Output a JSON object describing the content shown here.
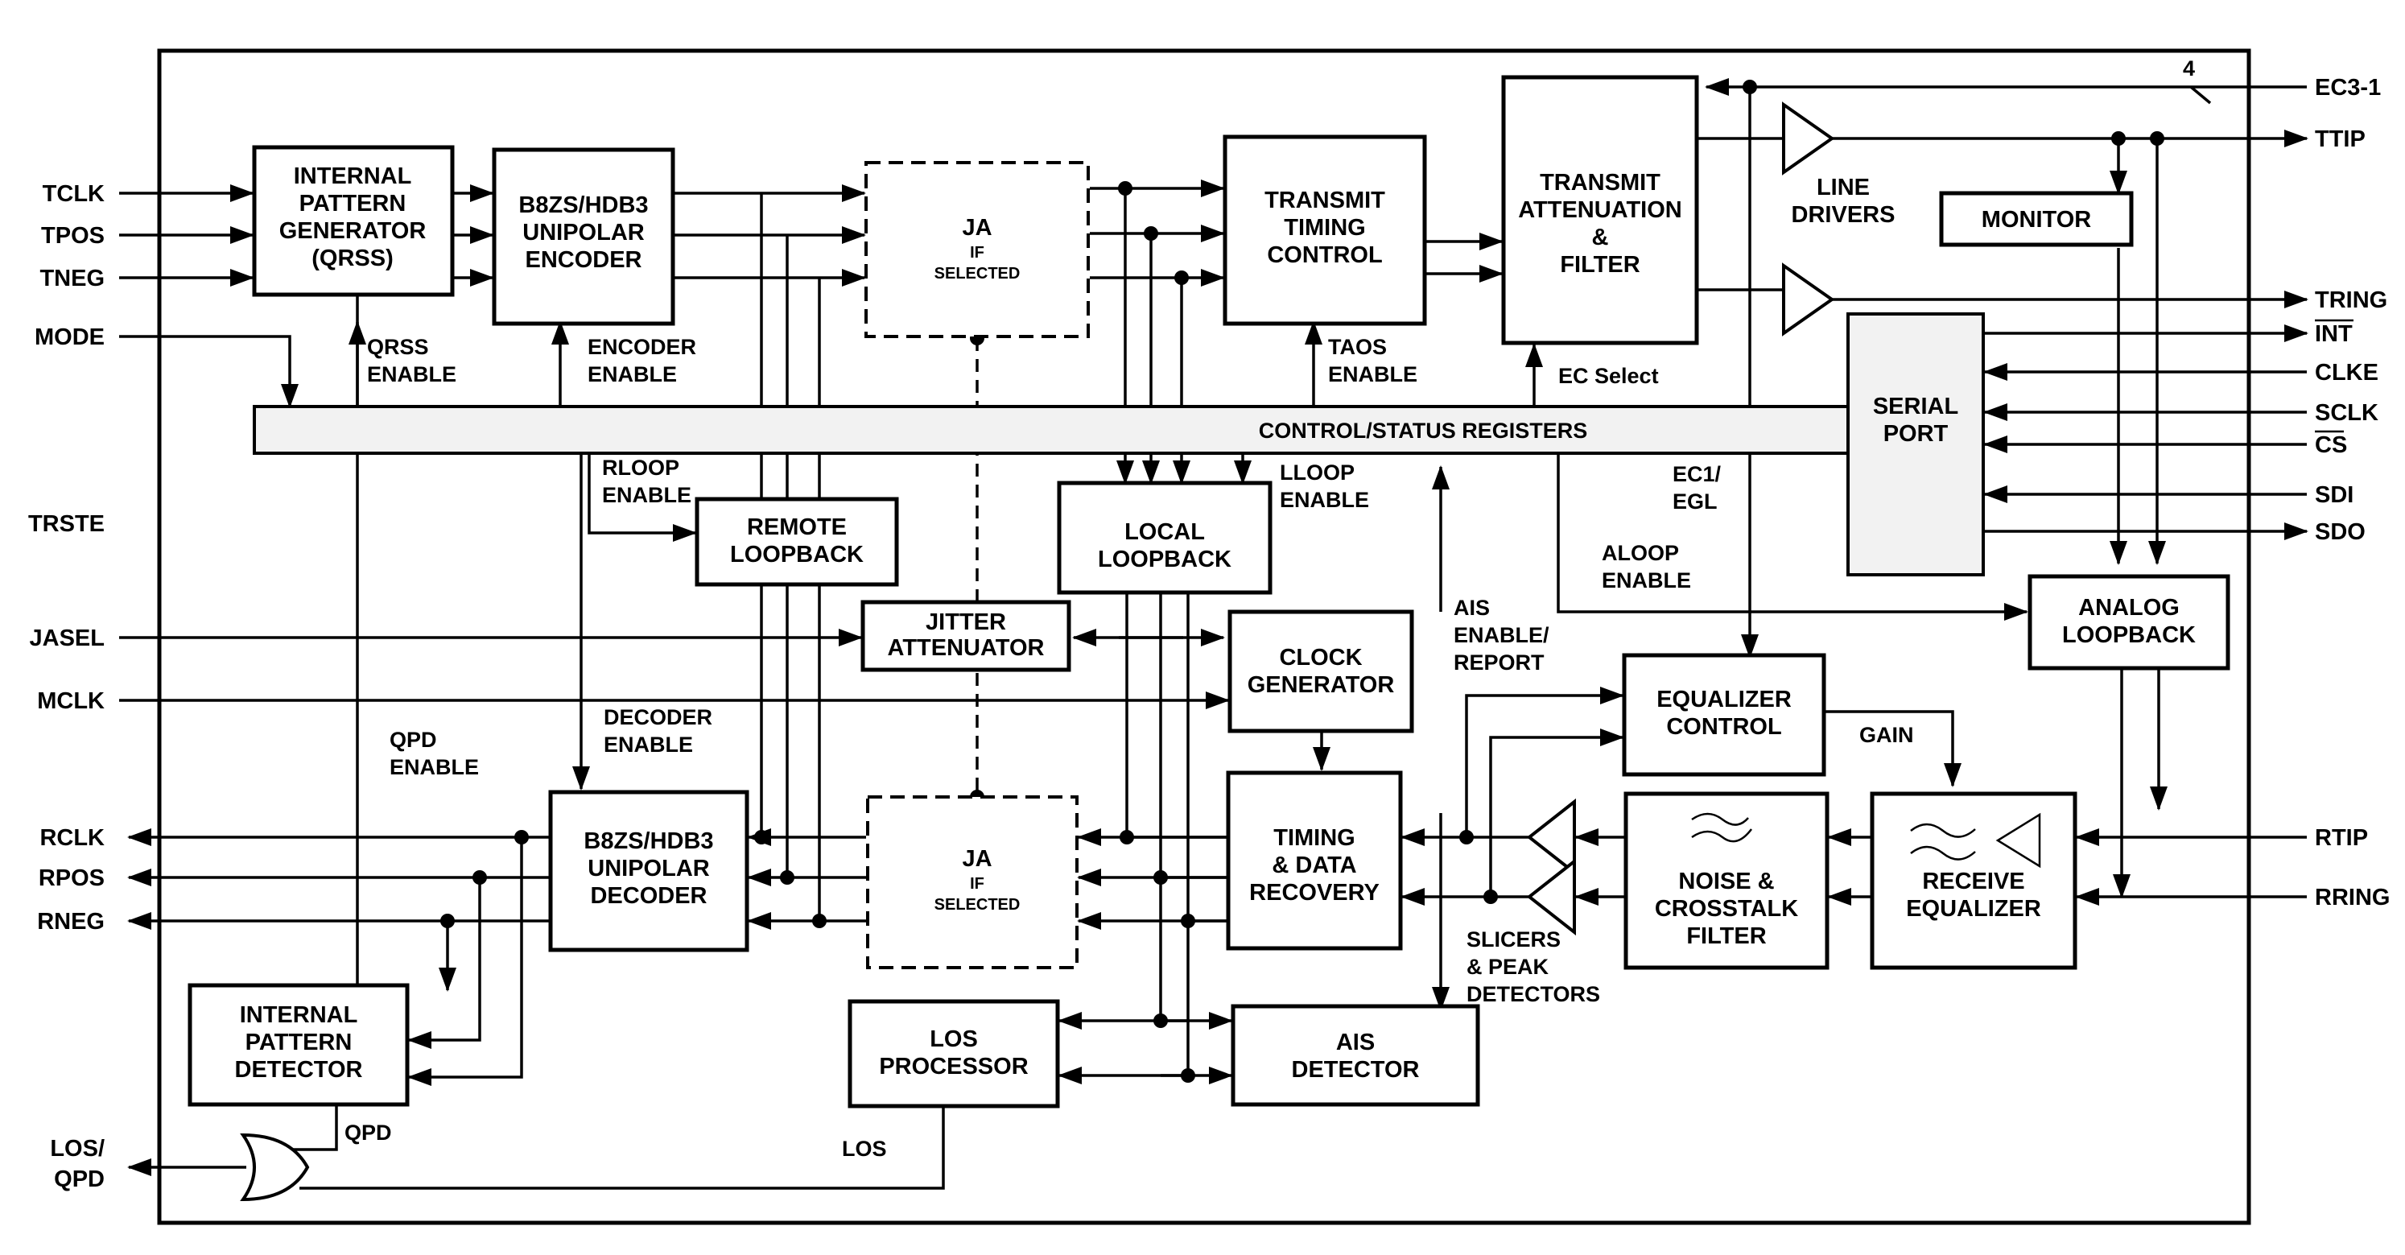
{
  "blocks": {
    "ipg": [
      "INTERNAL",
      "PATTERN",
      "GENERATOR",
      "(QRSS)"
    ],
    "encoder": [
      "B8ZS/HDB3",
      "UNIPOLAR",
      "ENCODER"
    ],
    "ja_tx": [
      "JA",
      "IF",
      "SELECTED"
    ],
    "ttc": [
      "TRANSMIT",
      "TIMING",
      "CONTROL"
    ],
    "taf": [
      "TRANSMIT",
      "ATTENUATION",
      "&",
      "FILTER"
    ],
    "line_drivers": [
      "LINE",
      "DRIVERS"
    ],
    "monitor": "MONITOR",
    "csr": "CONTROL/STATUS REGISTERS",
    "serial": [
      "SERIAL",
      "PORT"
    ],
    "remote_lb": [
      "REMOTE",
      "LOOPBACK"
    ],
    "local_lb": [
      "LOCAL",
      "LOOPBACK"
    ],
    "jitter": [
      "JITTER",
      "ATTENUATOR"
    ],
    "clockgen": [
      "CLOCK",
      "GENERATOR"
    ],
    "analog_lb": [
      "ANALOG",
      "LOOPBACK"
    ],
    "eq_ctrl": [
      "EQUALIZER",
      "CONTROL"
    ],
    "decoder": [
      "B8ZS/HDB3",
      "UNIPOLAR",
      "DECODER"
    ],
    "ja_rx": [
      "JA",
      "IF",
      "SELECTED"
    ],
    "tdr": [
      "TIMING",
      "& DATA",
      "RECOVERY"
    ],
    "noise": [
      "NOISE &",
      "CROSSTALK",
      "FILTER"
    ],
    "rx_eq": [
      "RECEIVE",
      "EQUALIZER"
    ],
    "ipd": [
      "INTERNAL",
      "PATTERN",
      "DETECTOR"
    ],
    "los_proc": [
      "LOS",
      "PROCESSOR"
    ],
    "ais_det": [
      "AIS",
      "DETECTOR"
    ]
  },
  "pins": {
    "left": [
      "TCLK",
      "TPOS",
      "TNEG",
      "MODE",
      "TRSTE",
      "JASEL",
      "MCLK",
      "RCLK",
      "RPOS",
      "RNEG",
      "LOS/",
      "QPD"
    ],
    "right": [
      "EC3-1",
      "TTIP",
      "TRING",
      "INT",
      "CLKE",
      "SCLK",
      "CS",
      "SDI",
      "SDO",
      "RTIP",
      "RRING"
    ]
  },
  "signals": {
    "qrss_enable": [
      "QRSS",
      "ENABLE"
    ],
    "encoder_enable": [
      "ENCODER",
      "ENABLE"
    ],
    "taos_enable": [
      "TAOS",
      "ENABLE"
    ],
    "ec_select": "EC Select",
    "rloop_enable": [
      "RLOOP",
      "ENABLE"
    ],
    "lloop_enable": [
      "LLOOP",
      "ENABLE"
    ],
    "ec1_egl": [
      "EC1/",
      "EGL"
    ],
    "aloop_enable": [
      "ALOOP",
      "ENABLE"
    ],
    "ais_enable": [
      "AIS",
      "ENABLE/",
      "REPORT"
    ],
    "decoder_enable": [
      "DECODER",
      "ENABLE"
    ],
    "qpd_enable": [
      "QPD",
      "ENABLE"
    ],
    "gain": "GAIN",
    "slicers": [
      "SLICERS",
      "& PEAK",
      "DETECTORS"
    ],
    "qpd": "QPD",
    "los": "LOS",
    "bus_width": "4"
  }
}
